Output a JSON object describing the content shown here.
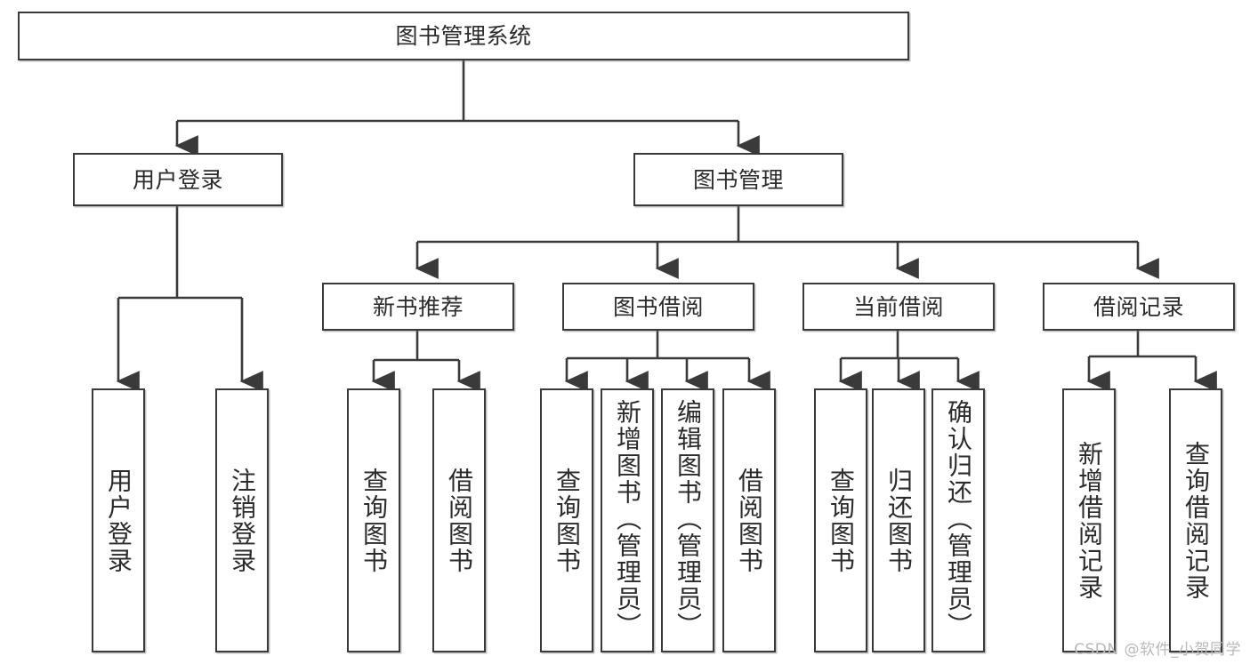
{
  "diagram": {
    "title": "图书管理系统",
    "type": "tree",
    "background_color": "#ffffff",
    "line_color": "#3a3a3a",
    "text_color": "#2b2b2b",
    "nodes": {
      "root": {
        "label": "图书管理系统"
      },
      "level2": [
        {
          "id": "user-login",
          "label": "用户登录"
        },
        {
          "id": "book-manage",
          "label": "图书管理"
        }
      ],
      "level3": [
        {
          "id": "new-book-recommend",
          "label": "新书推荐"
        },
        {
          "id": "book-borrow",
          "label": "图书借阅"
        },
        {
          "id": "current-borrow",
          "label": "当前借阅"
        },
        {
          "id": "borrow-record",
          "label": "借阅记录"
        }
      ],
      "leaves": {
        "user_login": [
          {
            "id": "leaf-user-login",
            "label": "用户登录"
          },
          {
            "id": "leaf-logout-login",
            "label": "注销登录"
          }
        ],
        "new_book_recommend": [
          {
            "id": "leaf-query-book-1",
            "label": "查询图书"
          },
          {
            "id": "leaf-borrow-book-1",
            "label": "借阅图书"
          }
        ],
        "book_borrow": [
          {
            "id": "leaf-query-book-2",
            "label": "查询图书"
          },
          {
            "id": "leaf-add-book",
            "label": "新增图书（管理员）"
          },
          {
            "id": "leaf-edit-book",
            "label": "编辑图书（管理员）"
          },
          {
            "id": "leaf-borrow-book-2",
            "label": "借阅图书"
          }
        ],
        "current_borrow": [
          {
            "id": "leaf-query-book-3",
            "label": "查询图书"
          },
          {
            "id": "leaf-return-book",
            "label": "归还图书"
          },
          {
            "id": "leaf-confirm-return",
            "label": "确认归还（管理员）"
          }
        ],
        "borrow_record": [
          {
            "id": "leaf-add-record",
            "label": "新增借阅记录"
          },
          {
            "id": "leaf-query-record",
            "label": "查询借阅记录"
          }
        ]
      }
    }
  },
  "watermark": {
    "text": "CSDN @软件_小贺同学"
  }
}
